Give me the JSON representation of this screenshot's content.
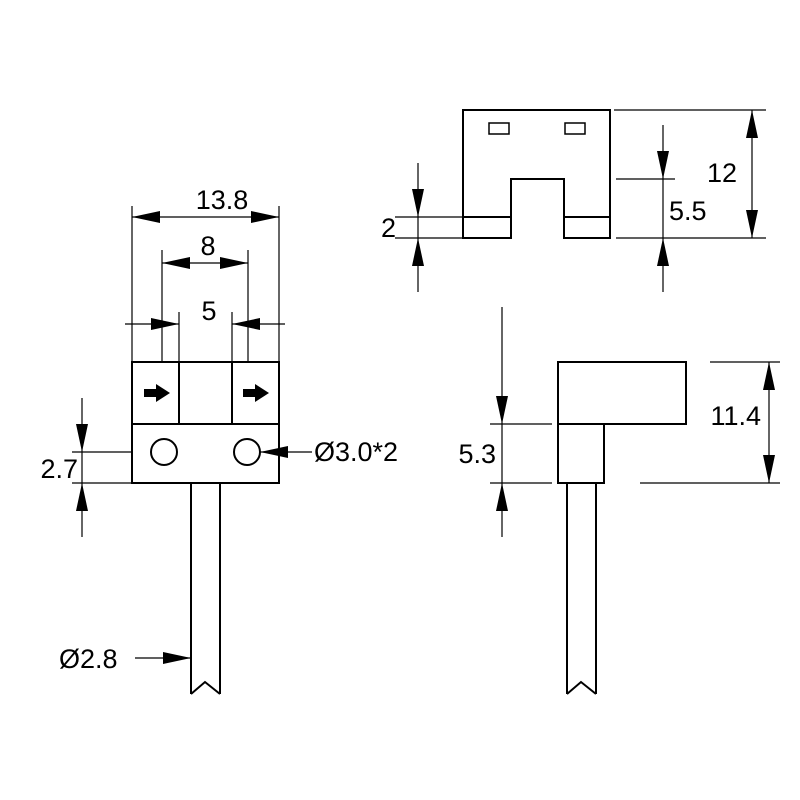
{
  "drawing": {
    "front_view": {
      "width_overall": "13.8",
      "width_inner": "8",
      "slot_width": "5",
      "mount_height": "2.7",
      "hole_diameter": "Ø3.0*2",
      "cable_diameter": "Ø2.8"
    },
    "top_view": {
      "base_height": "2",
      "slot_depth": "5.5",
      "overall_height": "12"
    },
    "side_view": {
      "base_height": "5.3",
      "overall_height": "11.4"
    }
  },
  "colors": {
    "line": "#000000",
    "background": "#ffffff"
  }
}
